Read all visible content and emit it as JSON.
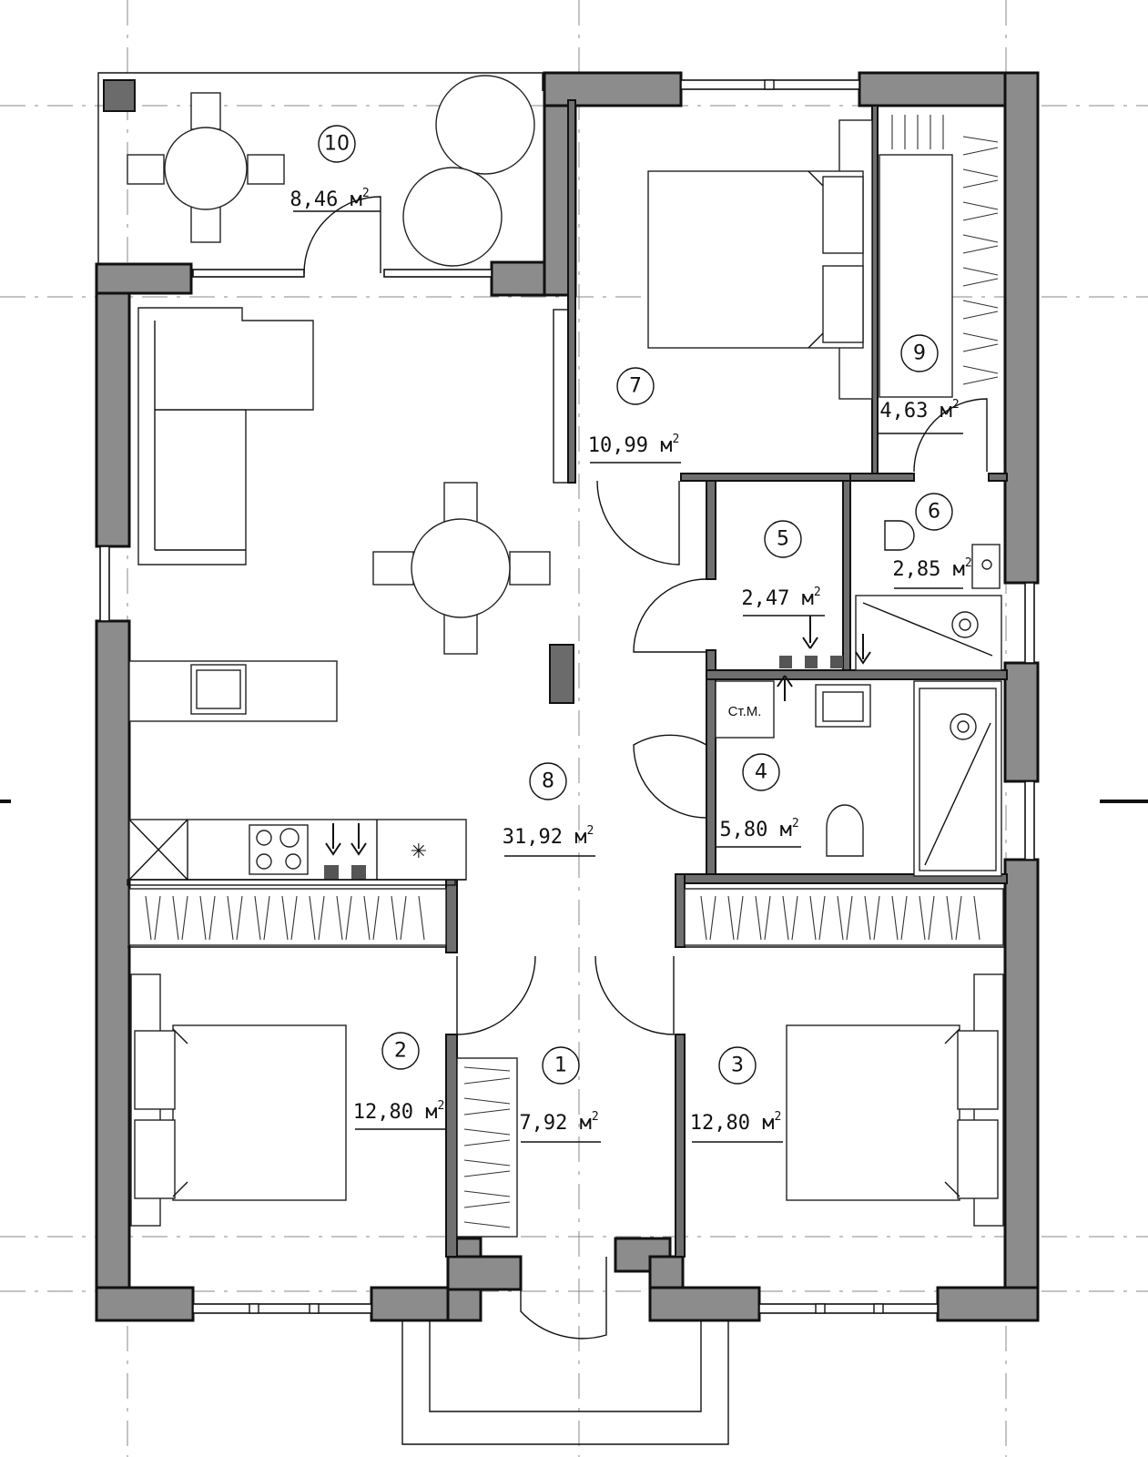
{
  "rooms": [
    {
      "number": "1",
      "area": "7,92 м",
      "unit_sup": "2"
    },
    {
      "number": "2",
      "area": "12,80 м",
      "unit_sup": "2"
    },
    {
      "number": "3",
      "area": "12,80 м",
      "unit_sup": "2"
    },
    {
      "number": "4",
      "area": "5,80 м",
      "unit_sup": "2"
    },
    {
      "number": "5",
      "area": "2,47 м",
      "unit_sup": "2"
    },
    {
      "number": "6",
      "area": "2,85 м",
      "unit_sup": "2"
    },
    {
      "number": "7",
      "area": "10,99 м",
      "unit_sup": "2"
    },
    {
      "number": "8",
      "area": "31,92 м",
      "unit_sup": "2"
    },
    {
      "number": "9",
      "area": "4,63 м",
      "unit_sup": "2"
    },
    {
      "number": "10",
      "area": "8,46 м",
      "unit_sup": "2"
    }
  ],
  "labels": {
    "washing_machine": "Ст.М."
  },
  "colors": {
    "wall_fill": "#8c8c8c",
    "line": "#111111",
    "axis": "#8a8a8a"
  }
}
